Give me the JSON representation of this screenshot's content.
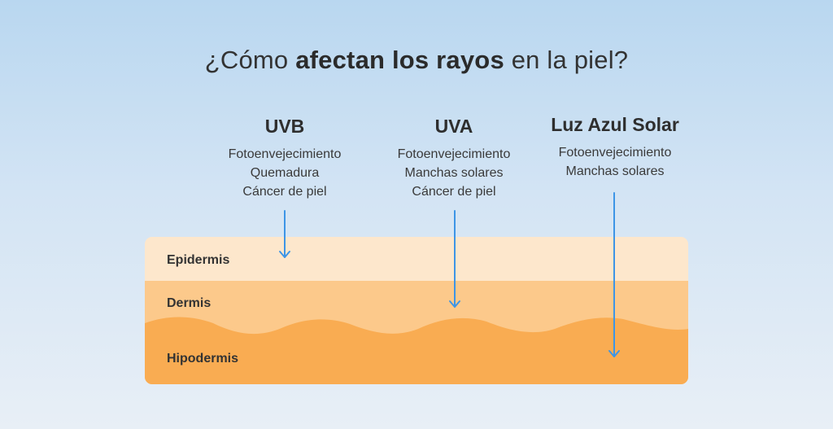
{
  "title": {
    "prefix": "¿Cómo ",
    "bold": "afectan los rayos",
    "suffix": " en la piel?"
  },
  "columns": [
    {
      "title": "UVB",
      "items": [
        "Fotoenvejecimiento",
        "Quemadura",
        "Cáncer de piel"
      ]
    },
    {
      "title": "UVA",
      "items": [
        "Fotoenvejecimiento",
        "Manchas solares",
        "Cáncer de piel"
      ]
    },
    {
      "title": "Luz Azul Solar",
      "items": [
        "Fotoenvejecimiento",
        "Manchas solares"
      ]
    }
  ],
  "layers": [
    {
      "label": "Epidermis",
      "color": "#fde7cc"
    },
    {
      "label": "Dermis",
      "color": "#fcc98b"
    },
    {
      "label": "Hipodermis",
      "color": "#f9ac52"
    }
  ],
  "arrow_color": "#3d95e6"
}
